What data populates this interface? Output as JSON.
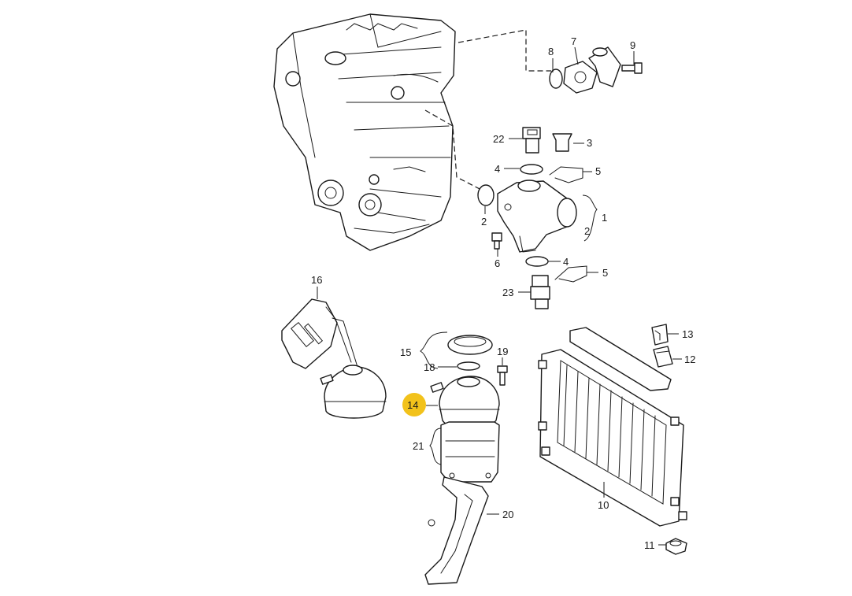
{
  "highlight_color": "#f2c21b",
  "labels": {
    "l1": "1",
    "l2a": "2",
    "l2b": "2",
    "l3": "3",
    "l4a": "4",
    "l4b": "4",
    "l5a": "5",
    "l5b": "5",
    "l6": "6",
    "l7": "7",
    "l8": "8",
    "l9": "9",
    "l10": "10",
    "l11": "11",
    "l12": "12",
    "l13": "13",
    "l14": "14",
    "l15": "15",
    "l16": "16",
    "l18": "18",
    "l19": "19",
    "l20": "20",
    "l21": "21",
    "l22": "22",
    "l23": "23"
  }
}
